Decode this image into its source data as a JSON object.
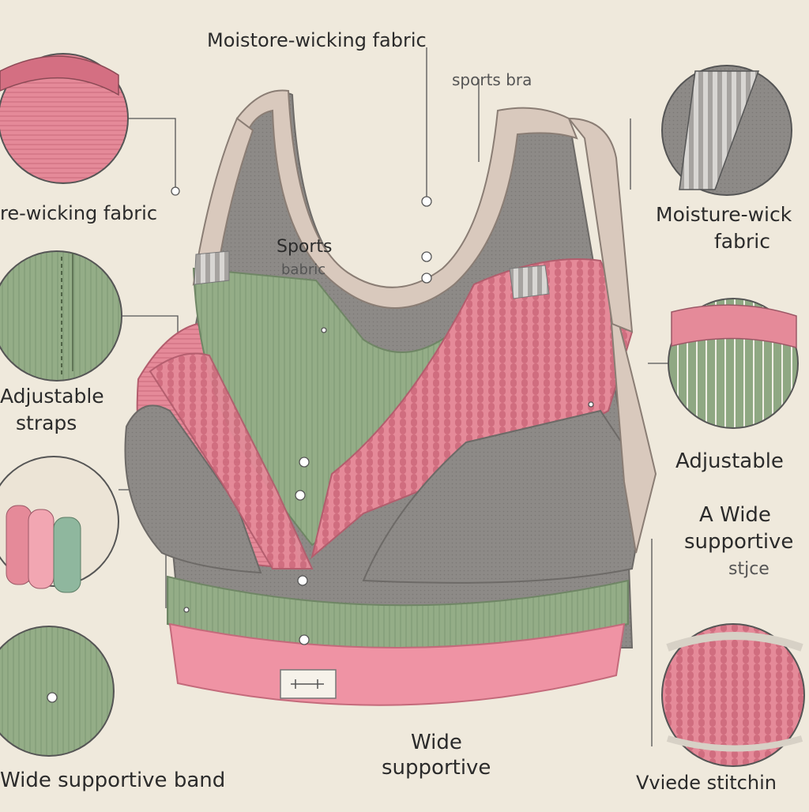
{
  "labels": {
    "top_title": "Moistore-wicking fabric",
    "sports_bra": "sports bra",
    "sports_line1": "Sports",
    "sports_line2": "babric",
    "left_wicking": "re-wicking fabric",
    "left_adjustable_line1": "Adjustable",
    "left_adjustable_line2": "straps",
    "bottom_left": "Wide supportive band",
    "bottom_center_line1": "Wide",
    "bottom_center_line2": "supportive",
    "right_wicking_line1": "Moisture-wick",
    "right_wicking_line2": "fabric",
    "right_adjustable": "Adjustable",
    "right_wide_line1": "A Wide",
    "right_wide_line2": "supportive",
    "right_wide_line3": "stjce",
    "bottom_right": "Vviede  stitchin"
  },
  "colors": {
    "background": "#efe9dc",
    "pink": "#e58a99",
    "green": "#94ad87",
    "gray": "#8d8a87",
    "trim": "#d9c9bd"
  }
}
